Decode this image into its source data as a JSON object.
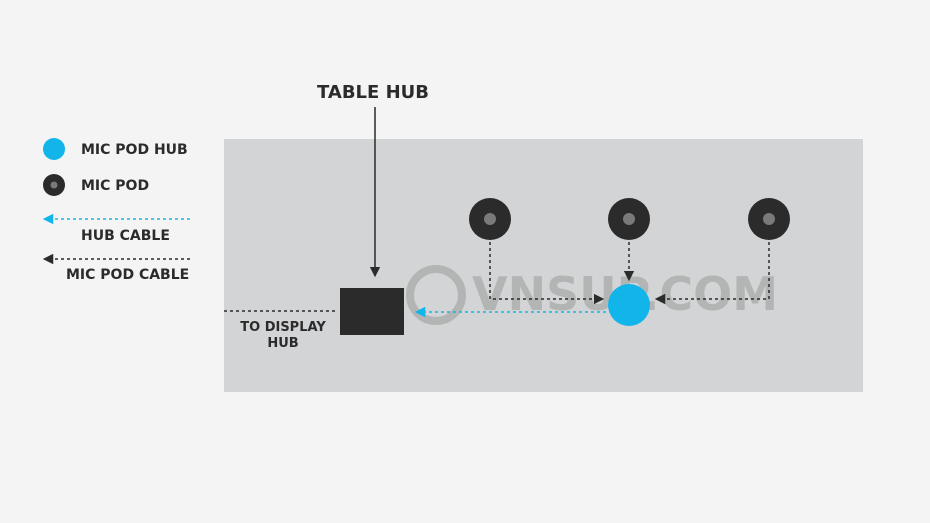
{
  "title": "TABLE HUB",
  "legend": {
    "mic_pod_hub": "MIC POD HUB",
    "mic_pod": "MIC POD",
    "hub_cable": "HUB CABLE",
    "mic_pod_cable": "MIC POD CABLE"
  },
  "display_label_line1": "TO DISPLAY",
  "display_label_line2": "HUB",
  "watermark": "VNSUP.COM",
  "colors": {
    "background": "#f4f4f4",
    "table": "#d3d4d5",
    "hub_blue": "#12b5ea",
    "dark": "#2b2b2b",
    "pod_center": "#7a7a7a"
  }
}
